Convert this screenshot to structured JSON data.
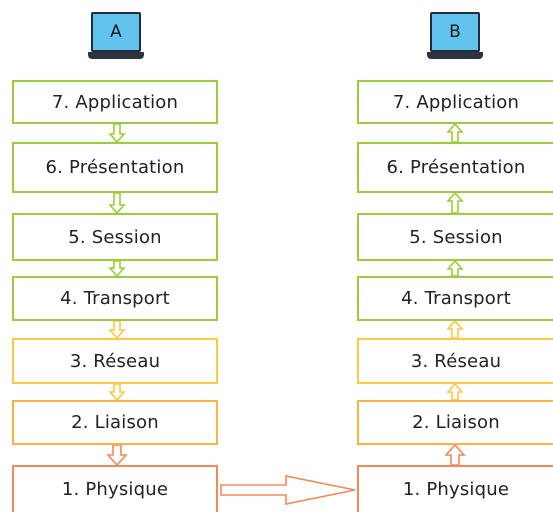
{
  "hosts": [
    {
      "label": "A"
    },
    {
      "label": "B"
    }
  ],
  "stack_a": [
    {
      "label": "7. Application"
    },
    {
      "label": "6. Présentation"
    },
    {
      "label": "5. Session"
    },
    {
      "label": "4. Transport"
    },
    {
      "label": "3. Réseau"
    },
    {
      "label": "2. Liaison"
    },
    {
      "label": "1. Physique"
    }
  ],
  "stack_b": [
    {
      "label": "7. Application"
    },
    {
      "label": "6. Présentation"
    },
    {
      "label": "5. Session"
    },
    {
      "label": "4. Transport"
    },
    {
      "label": "3. Réseau"
    },
    {
      "label": "2. Liaison"
    },
    {
      "label": "1. Physique"
    }
  ],
  "colors": {
    "upper_layers": "#9ccc3c",
    "transport_network": "#ffc845",
    "data_link": "#f8b340",
    "physical": "#f08a5a",
    "screen": "#62c3ef"
  }
}
